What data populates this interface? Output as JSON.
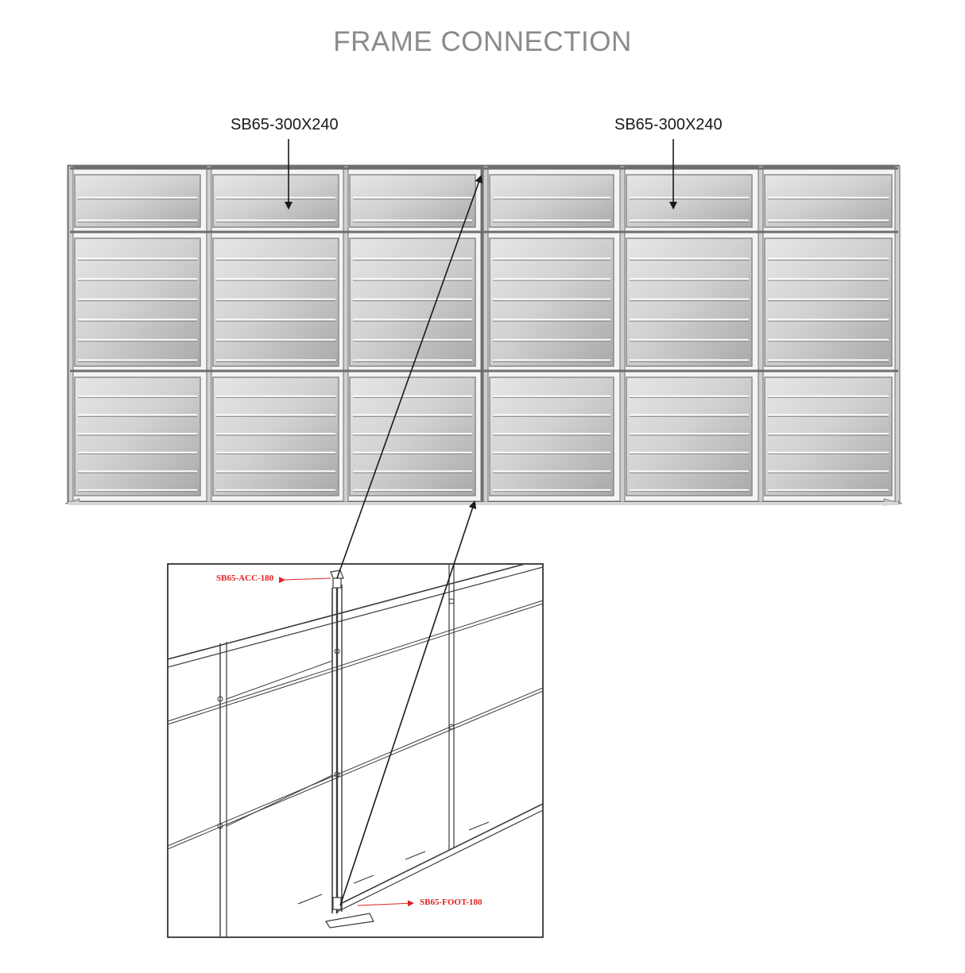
{
  "title": "FRAME CONNECTION",
  "frames": {
    "left_label": "SB65-300X240",
    "right_label": "SB65-300X240"
  },
  "detail": {
    "accessory_label": "SB65-ACC-180",
    "foot_label": "SB65-FOOT-180"
  },
  "colors": {
    "title": "#8a8a8a",
    "part_labels": "#e02020",
    "frame": "#6e6e6e"
  }
}
